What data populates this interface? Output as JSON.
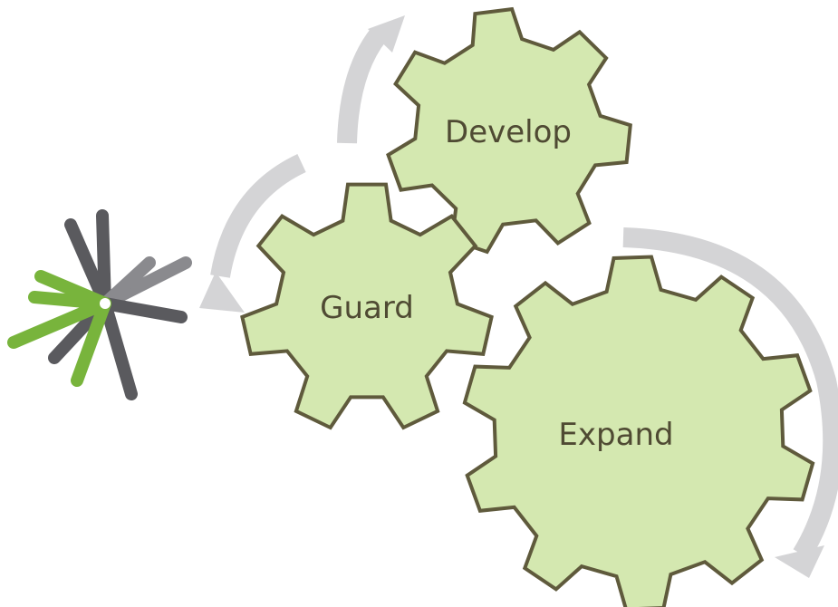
{
  "gears": [
    {
      "id": "develop",
      "label": "Develop"
    },
    {
      "id": "guard",
      "label": "Guard"
    },
    {
      "id": "expand",
      "label": "Expand"
    }
  ],
  "colors": {
    "gear_fill": "#d4e8b0",
    "gear_stroke": "#5f5a3c",
    "label": "#4f4a33",
    "cycle_arrow": "#d4d4d6",
    "logo_gray": "#5a5a5e",
    "logo_gray_light": "#8a8a8e",
    "logo_green": "#78b43c"
  },
  "logo": {
    "name": "spark-logo"
  },
  "cycle_arrows": [
    {
      "name": "arrow-guard-to-develop"
    },
    {
      "name": "arrow-guard-to-logo"
    },
    {
      "name": "arrow-develop-to-expand"
    }
  ]
}
